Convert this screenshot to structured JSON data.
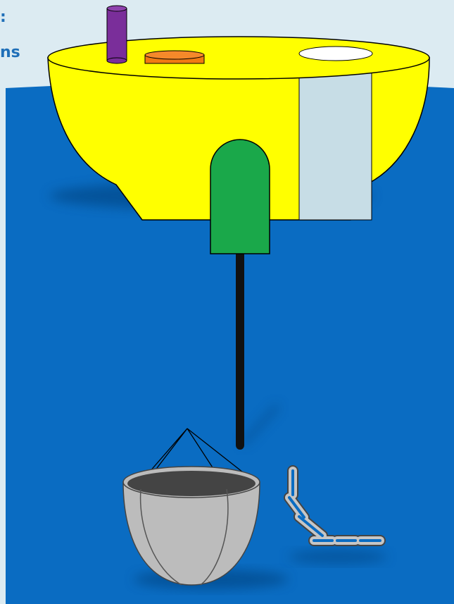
{
  "labels": {
    "partial_top": ":",
    "partial_left": "ns"
  },
  "colors": {
    "page_background": "#dcebf2",
    "ocean": "#0a6cc2",
    "buoy_hull": "#ffff00",
    "buoy_panel": "#c7dde6",
    "sensor_housing": "#1aa84a",
    "purple_post": "#7a2e9a",
    "orange_disc": "#f07a12",
    "anchor": "#bcbcbc",
    "chain": "#c6c6c6",
    "cable": "#111111"
  },
  "components": [
    {
      "id": "buoy-hull",
      "icon": "buoy-hull-icon"
    },
    {
      "id": "purple-post",
      "icon": "antenna-post-icon"
    },
    {
      "id": "orange-disc",
      "icon": "disc-sensor-icon"
    },
    {
      "id": "white-hatch",
      "icon": "hatch-icon"
    },
    {
      "id": "side-panel",
      "icon": "panel-icon"
    },
    {
      "id": "sensor-housing",
      "icon": "sensor-housing-icon"
    },
    {
      "id": "mooring-cable",
      "icon": "cable-icon"
    },
    {
      "id": "anchor-weight",
      "icon": "anchor-weight-icon"
    },
    {
      "id": "anchor-chain",
      "icon": "chain-icon"
    }
  ]
}
